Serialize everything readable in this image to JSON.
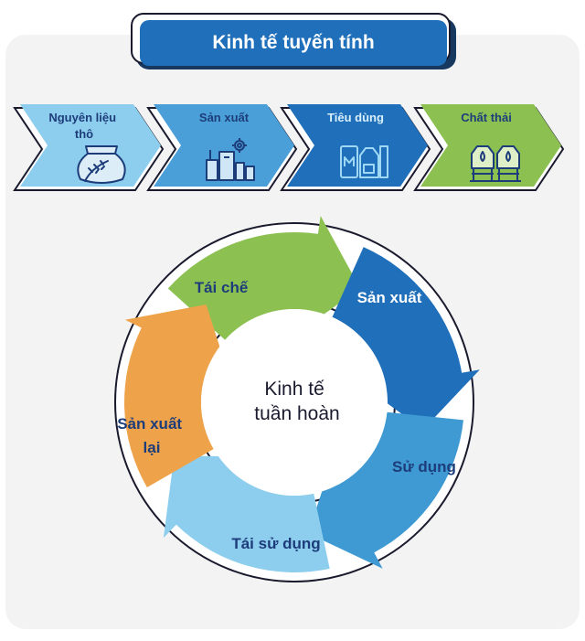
{
  "title": "Kinh tế tuyến tính",
  "linear": {
    "stages": [
      {
        "label_lines": [
          "Nguyên liệu",
          "thô"
        ],
        "icon": "grain-sack-icon",
        "color": "#8dcdee",
        "text_color": "#1d3d7a"
      },
      {
        "label_lines": [
          "Sản xuất"
        ],
        "icon": "factory-icon",
        "color": "#4a9fd8",
        "text_color": "#1d3d7a"
      },
      {
        "label_lines": [
          "Tiêu dùng"
        ],
        "icon": "consumer-goods-icon",
        "color": "#1f6fba",
        "text_color": "#d9f0ff"
      },
      {
        "label_lines": [
          "Chất thải"
        ],
        "icon": "waste-silo-icon",
        "color": "#8cc152",
        "text_color": "#1d3d7a"
      }
    ]
  },
  "circular": {
    "center_lines": [
      "Kinh tế",
      "tuần hoàn"
    ],
    "segments": [
      {
        "label_lines": [
          "Tái chế"
        ],
        "color": "#8cc152",
        "text_color": "#1d3d7a"
      },
      {
        "label_lines": [
          "Sản xuất"
        ],
        "color": "#1f6fba",
        "text_color": "#ffffff"
      },
      {
        "label_lines": [
          "Sử dụng"
        ],
        "color": "#3f9ad3",
        "text_color": "#1d3d7a"
      },
      {
        "label_lines": [
          "Tái sử dụng"
        ],
        "color": "#8dcdee",
        "text_color": "#1d3d7a"
      },
      {
        "label_lines": [
          "Sản xuất",
          "lại"
        ],
        "color": "#eea24a",
        "text_color": "#1d3d7a"
      }
    ]
  }
}
